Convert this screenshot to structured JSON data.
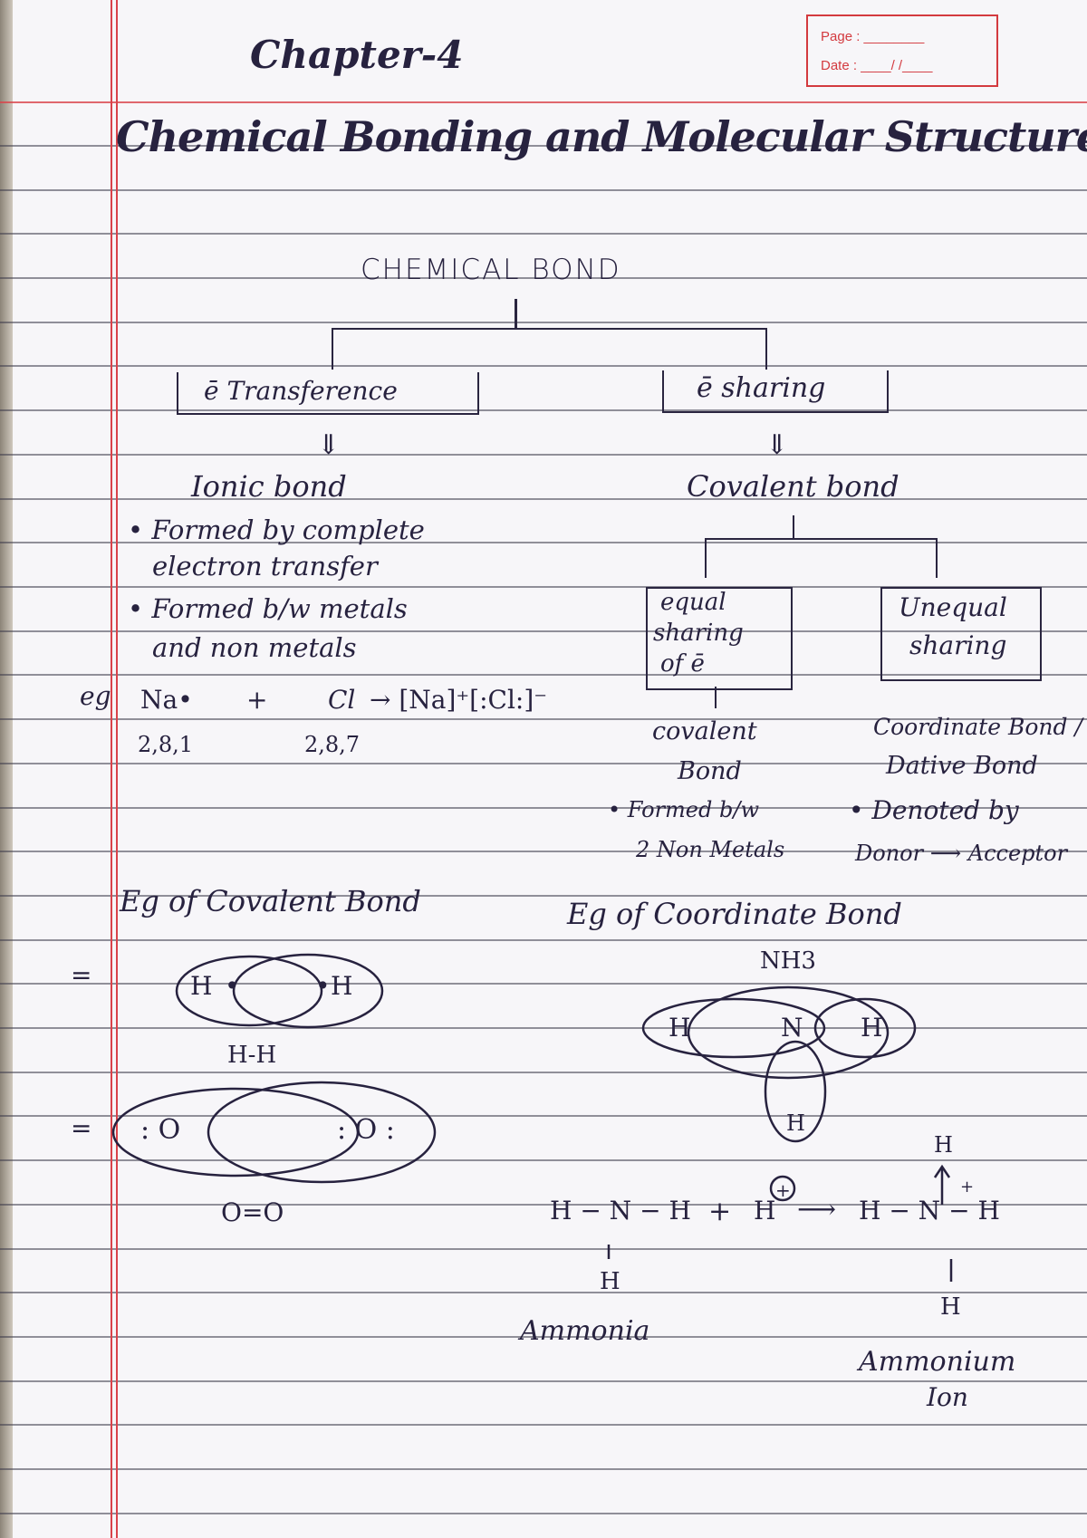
{
  "header": {
    "chapter": "Chapter-4",
    "page_label": "Page :",
    "date_label": "Date :",
    "date_placeholder": "/   /",
    "title": "Chemical Bonding and Molecular Structure"
  },
  "tree": {
    "root": "CHEMICAL BOND",
    "left_box": "ē Transference",
    "right_box": "ē sharing",
    "left_result": "Ionic bond",
    "right_result": "Covalent bond",
    "ionic_points": [
      "• Formed by complete",
      "electron transfer",
      "• Formed b/w metals",
      "and non metals"
    ],
    "ionic_example": {
      "eg": "eg",
      "na": "Na•",
      "plus": "+",
      "cl": "Cl",
      "product": "→ [Na]⁺[:Cl:]⁻",
      "na_config": "2,8,1",
      "cl_config": "2,8,7"
    },
    "equal_box": [
      "equal",
      "sharing",
      "of ē"
    ],
    "unequal_box": [
      "Unequal",
      "sharing"
    ],
    "covalent_label": [
      "covalent",
      "Bond"
    ],
    "coordinate_label": [
      "Coordinate Bond /",
      "Dative Bond"
    ],
    "covalent_points": [
      "• Formed b/w",
      "2 Non Metals"
    ],
    "coordinate_points": [
      "• Denoted by",
      "Donor ⟶ Acceptor"
    ]
  },
  "examples": {
    "covalent_heading": "Eg of Covalent Bond",
    "coordinate_heading": "Eg of Coordinate Bond",
    "h2": {
      "left": "H",
      "right": "H",
      "formula": "H-H"
    },
    "o2": {
      "left": ": O",
      "right": ": O :",
      "formula": "O=O"
    },
    "nh3": {
      "label": "NH3",
      "atoms": [
        "H",
        "N",
        "H",
        "H"
      ]
    },
    "reaction": {
      "reactant": "H − N − H",
      "reactant_bottom": "H",
      "plus": "+",
      "proton": "H",
      "charge": "+",
      "arrow": "⟶",
      "product": "H − N − H",
      "product_top": "H",
      "product_bottom": "H",
      "ammonia": "Ammonia",
      "ammonium": [
        "Ammonium",
        "Ion"
      ]
    }
  },
  "colors": {
    "ink": "#27223f",
    "margin": "#d9434a",
    "page_box": "#d33a3f"
  }
}
